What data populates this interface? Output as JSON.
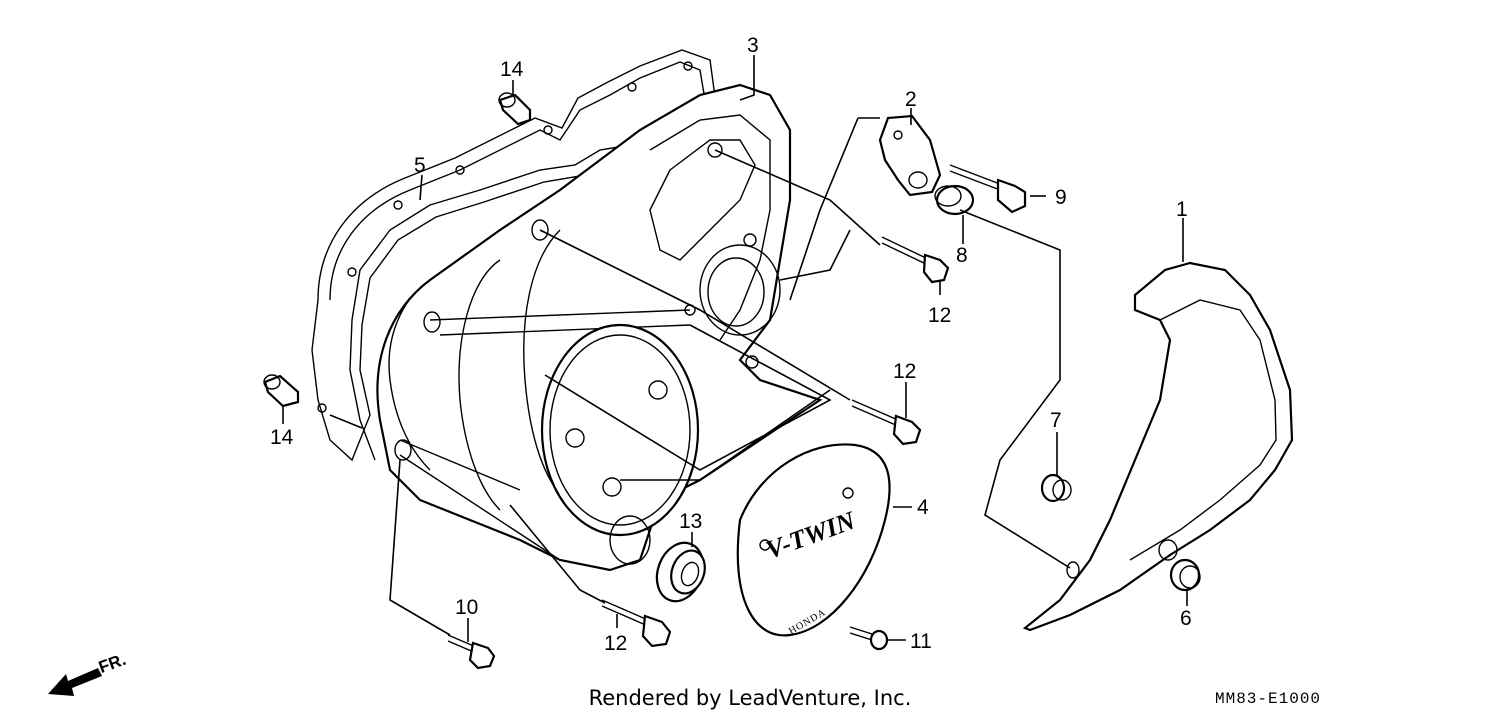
{
  "diagram": {
    "callouts": [
      {
        "id": "c1",
        "label": "1"
      },
      {
        "id": "c2",
        "label": "2"
      },
      {
        "id": "c3",
        "label": "3"
      },
      {
        "id": "c4",
        "label": "4"
      },
      {
        "id": "c5",
        "label": "5"
      },
      {
        "id": "c6",
        "label": "6"
      },
      {
        "id": "c7",
        "label": "7"
      },
      {
        "id": "c8",
        "label": "8"
      },
      {
        "id": "c9",
        "label": "9"
      },
      {
        "id": "c10",
        "label": "10"
      },
      {
        "id": "c11",
        "label": "11"
      },
      {
        "id": "c12a",
        "label": "12"
      },
      {
        "id": "c12b",
        "label": "12"
      },
      {
        "id": "c12c",
        "label": "12"
      },
      {
        "id": "c13",
        "label": "13"
      },
      {
        "id": "c14a",
        "label": "14"
      },
      {
        "id": "c14b",
        "label": "14"
      }
    ],
    "logo_text": "V-TWIN",
    "brand_text": "HONDA",
    "direction_label": "FR."
  },
  "footer": {
    "credit": "Rendered by LeadVenture, Inc.",
    "code": "MM83-E1000"
  },
  "colors": {
    "ink": "#000000",
    "paper": "#ffffff"
  },
  "icons": {
    "direction": "front-arrow-icon"
  }
}
